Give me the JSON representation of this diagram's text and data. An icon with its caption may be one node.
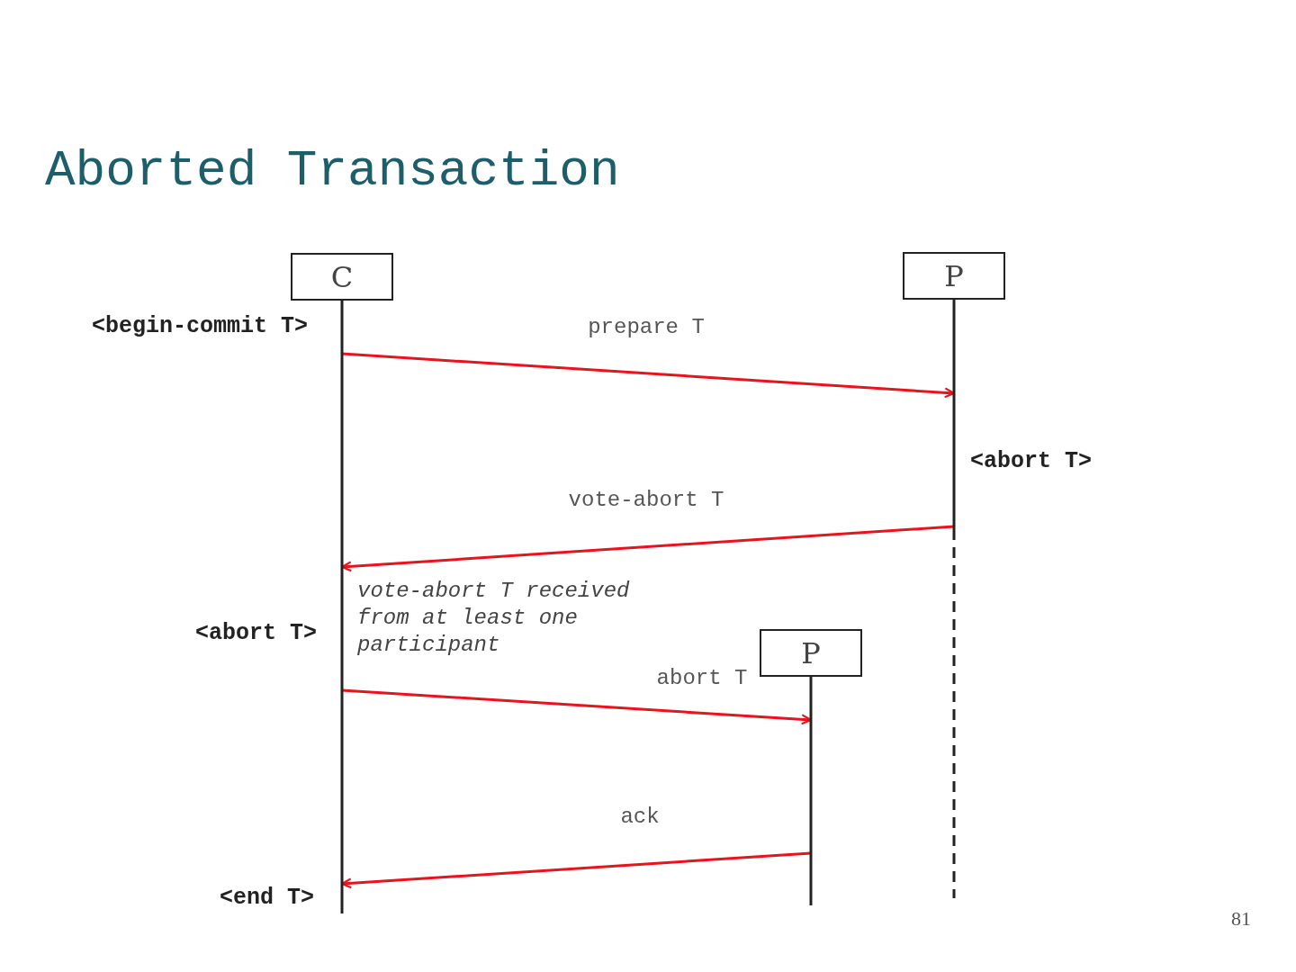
{
  "diagram": {
    "title": "Aborted Transaction",
    "nodes": [
      {
        "text": [
          "C"
        ]
      },
      {
        "text": [
          "P"
        ]
      },
      {
        "text": [
          "P"
        ]
      }
    ],
    "edges": [
      {
        "from": 0,
        "to": 1,
        "arrow": "to",
        "label": "prepare T"
      },
      {
        "from": 1,
        "to": 0,
        "arrow": "to",
        "label": "vote-abort T"
      },
      {
        "from": 0,
        "to": 2,
        "arrow": "to",
        "label": "abort T"
      },
      {
        "from": 2,
        "to": 0,
        "arrow": "to",
        "label": "ack"
      }
    ],
    "labels": [
      "<begin-commit T>",
      "<abort T>",
      "vote-abort T received from at least one participant",
      "<abort T>",
      "<end T>",
      "81"
    ]
  }
}
